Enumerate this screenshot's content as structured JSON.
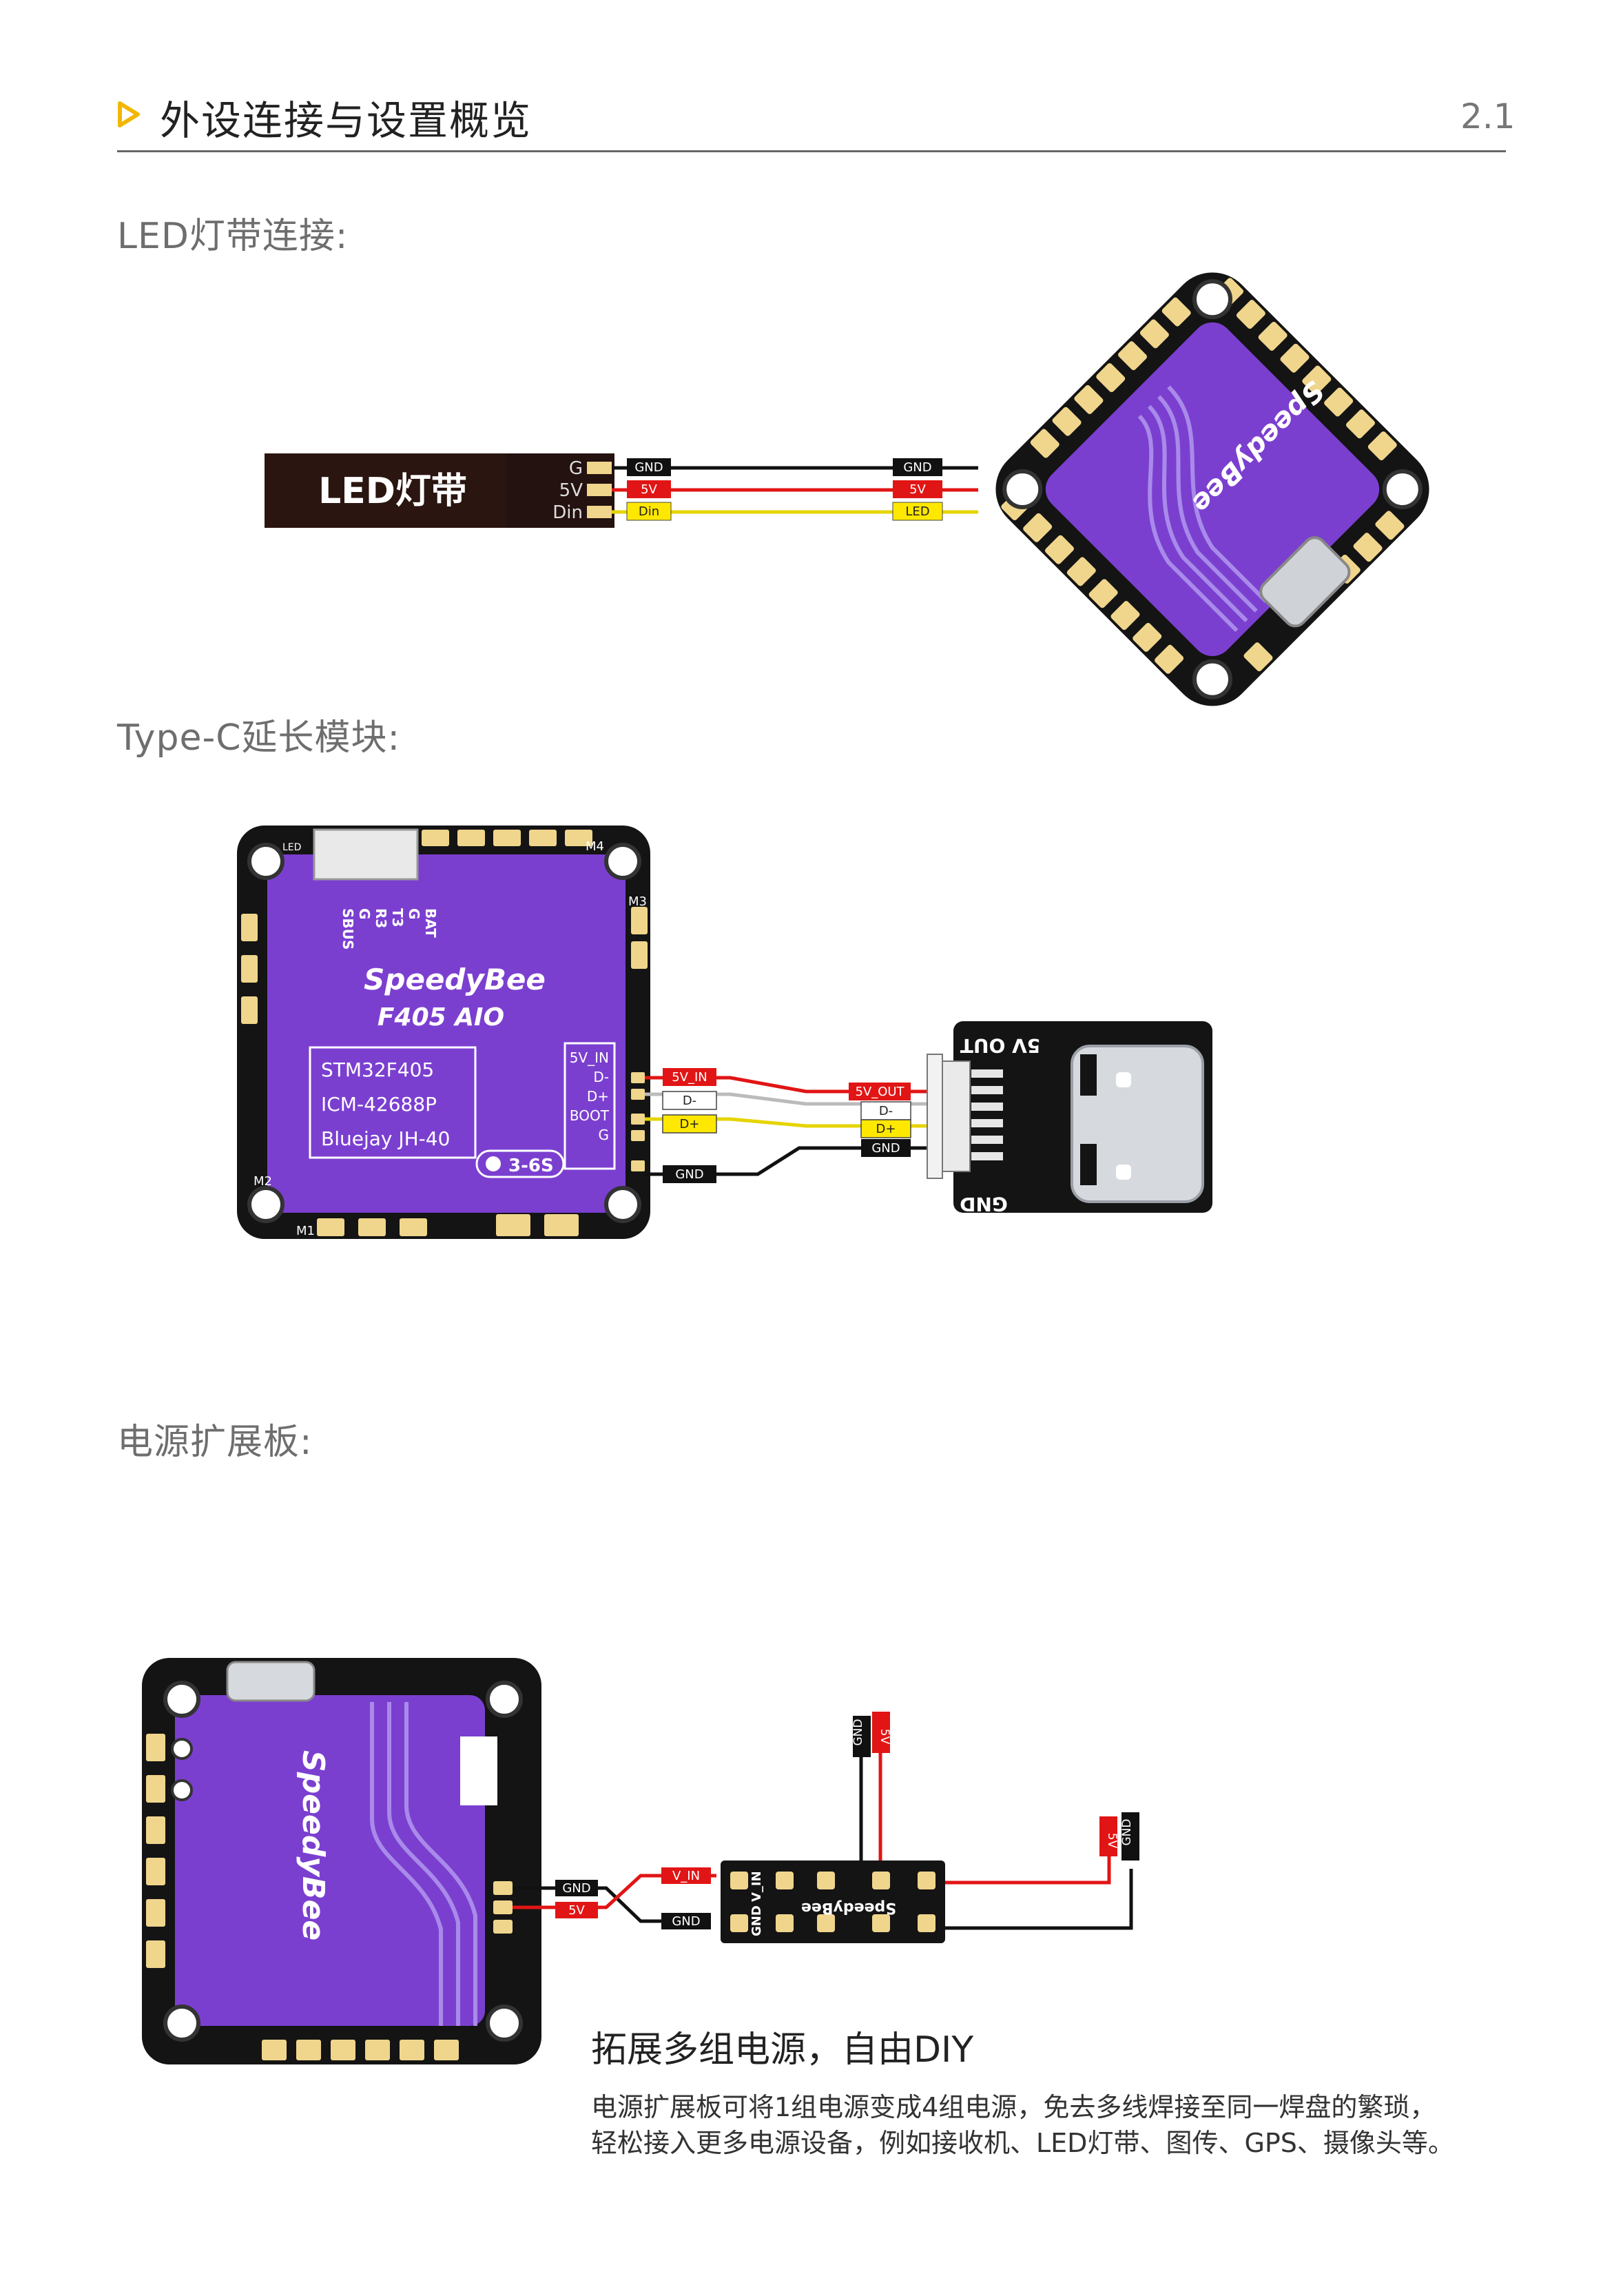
{
  "header": {
    "title": "外设连接与设置概览",
    "page_number": "2.1",
    "accent_color": "#f2b705"
  },
  "sections": {
    "led": {
      "title": "LED灯带连接:",
      "strip_label": "LED灯带",
      "strip_pins": [
        "G",
        "5V",
        "Din"
      ],
      "wire_tags_left": [
        "GND",
        "5V",
        "Din"
      ],
      "wire_tags_right": [
        "GND",
        "5V",
        "LED"
      ]
    },
    "typec": {
      "title": "Type-C延长模块:",
      "board_brand": "SpeedyBee",
      "board_model": "F405 AIO",
      "board_chips": [
        "STM32F405",
        "ICM-42688P",
        "Bluejay JH-40"
      ],
      "board_voltage": "3-6S",
      "board_pad_labels": [
        "5V_IN",
        "D-",
        "D+",
        "BOOT",
        "G"
      ],
      "board_silk_labels": [
        "BAT",
        "G",
        "T3",
        "R3",
        "G",
        "SBUS"
      ],
      "board_corner_labels": [
        "LED",
        "M4",
        "M3",
        "M2",
        "M1"
      ],
      "wire_tags_left": [
        "5V_IN",
        "D-",
        "D+",
        "GND"
      ],
      "wire_tags_right": [
        "5V_OUT",
        "D-",
        "D+",
        "GND"
      ],
      "module_top_label": "5V OUT",
      "module_bottom_label": "GND"
    },
    "power": {
      "title": "电源扩展板:",
      "board_tags": [
        "GND",
        "5V"
      ],
      "pad_tags_left": [
        "V_IN",
        "GND"
      ],
      "top_tags": [
        "GND",
        "5V"
      ],
      "right_tags": [
        "5V",
        "GND"
      ],
      "ext_board_silk": [
        "GND",
        "V_IN"
      ],
      "ext_board_brand": "SpeedyBee"
    }
  },
  "caption": {
    "title": "拓展多组电源，自由DIY",
    "lines": [
      "电源扩展板可将1组电源变成4组电源，免去多线焊接至同一焊盘的繁琐，",
      "轻松接入更多电源设备，例如接收机、LED灯带、图传、GPS、摄像头等。"
    ]
  },
  "colors": {
    "board_purple": "#7b3fd0",
    "pcb_black": "#141414",
    "pad_gold": "#f0d58c",
    "wire_red": "#e11515",
    "wire_yellow": "#ffe800",
    "wire_black": "#111111"
  }
}
